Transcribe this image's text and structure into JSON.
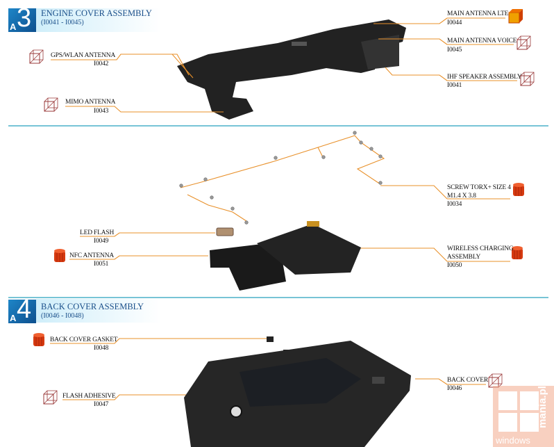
{
  "sections": [
    {
      "letter": "A",
      "number": "3",
      "title": "ENGINE COVER ASSEMBLY",
      "range": "(I0041 - I0045)"
    },
    {
      "letter": "A",
      "number": "4",
      "title": "BACK COVER ASSEMBLY",
      "range": "(I0046 - I0048)"
    }
  ],
  "parts": {
    "gps": {
      "name": "GPS/WLAN ANTENNA",
      "id": "I0042"
    },
    "mimo": {
      "name": "MIMO ANTENNA",
      "id": "I0043"
    },
    "lte": {
      "name": "MAIN ANTENNA LTE",
      "id": "I0044"
    },
    "voice": {
      "name": "MAIN ANTENNA VOICE",
      "id": "I0045"
    },
    "ihf": {
      "name": "IHF SPEAKER ASSEMBLY",
      "id": "I0041"
    },
    "screw": {
      "name": "SCREW TORX+ SIZE 4",
      "spec": "M1.4 X 3.8",
      "id": "I0034"
    },
    "led": {
      "name": "LED FLASH",
      "id": "I0049"
    },
    "nfc": {
      "name": "NFC ANTENNA",
      "id": "I0051"
    },
    "wireless": {
      "name": "WIRELESS CHARGING",
      "name2": "ASSEMBLY",
      "id": "I0050"
    },
    "gasket": {
      "name": "BACK COVER GASKET",
      "id": "I0048"
    },
    "flash_adhesive": {
      "name": "FLASH ADHESIVE",
      "id": "I0047"
    },
    "back_cover": {
      "name": "BACK COVER",
      "id": "I0046"
    }
  },
  "watermark": {
    "text1": "windows",
    "text2": "mania.pl"
  },
  "colors": {
    "leader": "#e8902a",
    "divider": "#4ab0c8",
    "heading": "#1a4f8a",
    "cube": "#9a3a3a",
    "cylinder": "#d63a10"
  }
}
